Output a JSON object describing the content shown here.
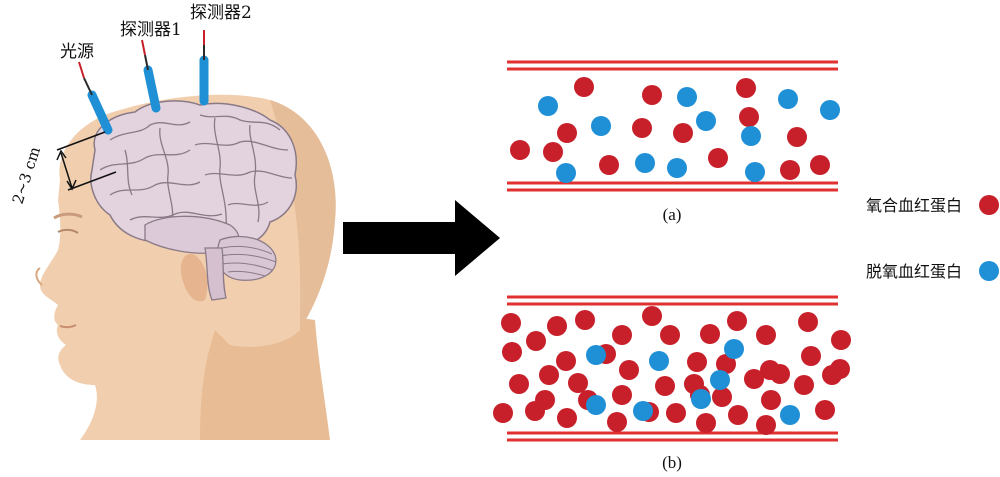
{
  "labels": {
    "light_source": "光源",
    "detector1": "探测器1",
    "detector2": "探测器2",
    "depth": "2~3 cm"
  },
  "captions": {
    "a": "(a)",
    "b": "(b)"
  },
  "legend": {
    "oxy": "氧合血红蛋白",
    "deoxy": "脱氧血红蛋白"
  },
  "colors": {
    "oxyhemoglobin": "#c8202b",
    "deoxyhemoglobin": "#1f8fd6",
    "vessel_wall": "#e03030",
    "arrow": "#000000",
    "skin": "#f1cfae",
    "brain": "#e3d3df"
  },
  "panels": {
    "a": {
      "oxy_count": 14,
      "deoxy_count": 11
    },
    "b": {
      "oxy_count": 46,
      "deoxy_count": 8
    }
  }
}
